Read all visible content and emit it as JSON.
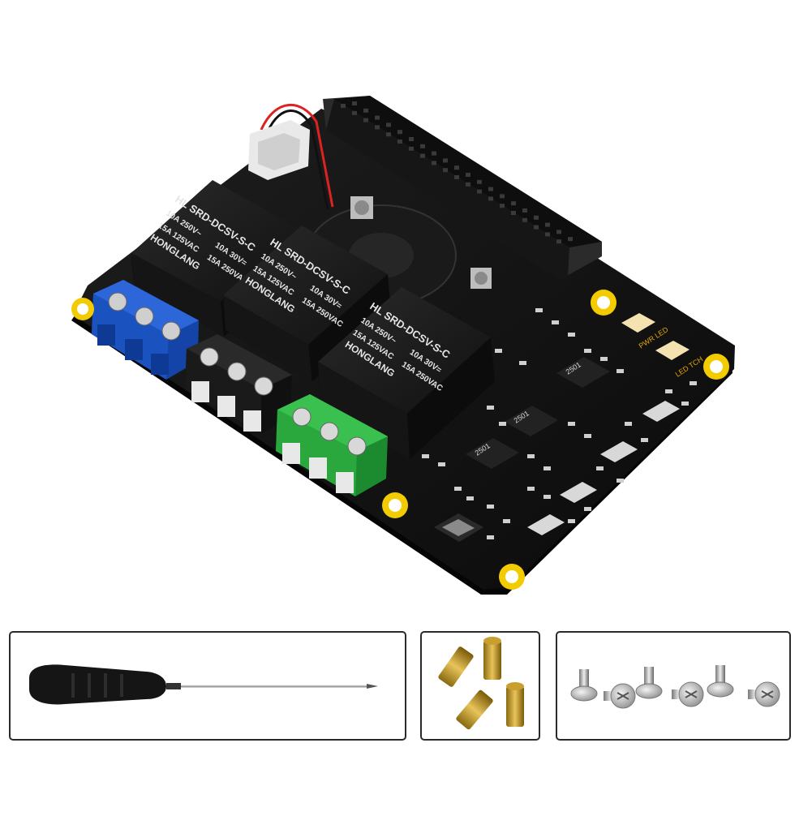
{
  "product": {
    "relays": [
      {
        "model": "HL SRD-DCSV-S-C",
        "ratings": [
          "10A 250V~",
          "10A 30V="
        ],
        "ratings2": [
          "15A 125VAC",
          "15A 250VAC"
        ],
        "brand": "HONGLANG"
      },
      {
        "model": "HL SRD-DCSV-S-C",
        "ratings": [
          "10A 250V~",
          "10A 30V="
        ],
        "ratings2": [
          "15A 125VAC",
          "15A 250VAC"
        ],
        "brand": "HONGLANG"
      },
      {
        "model": "HL SRD-DCSV-S-C",
        "ratings": [
          "10A 250V~",
          "10A 30V="
        ],
        "ratings2": [
          "15A 125VAC",
          "15A 250VAC"
        ],
        "brand": "HONGLANG"
      }
    ],
    "chips": [
      "2501",
      "2501",
      "2501"
    ],
    "led_labels": [
      "PWR LED",
      "LED TCH"
    ],
    "colors": {
      "board": "#111111",
      "terminal_blue": "#1f57c7",
      "terminal_black": "#1c1c1c",
      "terminal_green": "#26a83a",
      "mount_hole": "#f2cc00",
      "header": "#1a1a1a"
    }
  },
  "accessories": [
    {
      "name": "screwdriver-icon"
    },
    {
      "name": "brass-standoff-icon"
    },
    {
      "name": "screw-icon"
    }
  ]
}
